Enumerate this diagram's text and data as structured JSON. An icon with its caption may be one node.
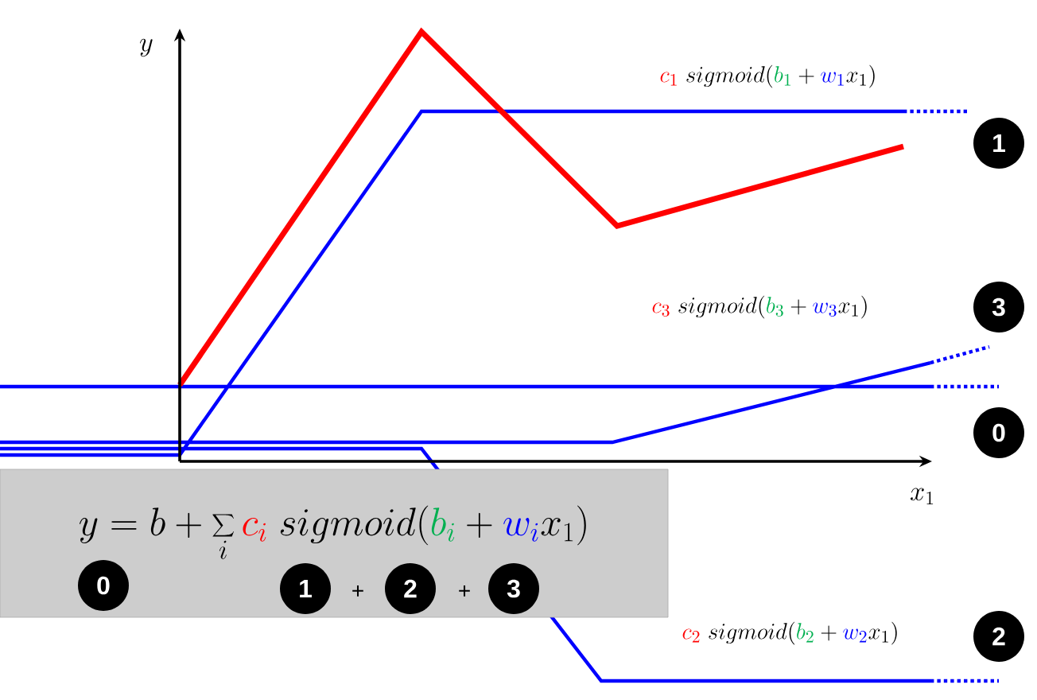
{
  "diagram": {
    "nodes": [
      {
        "text": [
          "y = b + \\sum_i \\textcolor[HTML]{FF0000}{c_i}\\ sigmoid(\\textcolor[HTML]{00B050}{b_i} + \\textcolor[HTML]{0000FF}{w_i} x_1)",
          "+",
          "+"
        ]
      },
      {
        "text": [
          "0"
        ],
        "in": 0
      },
      {
        "text": [
          "1"
        ],
        "in": 0
      },
      {
        "text": [
          "2"
        ],
        "in": 0
      },
      {
        "text": [
          "3"
        ],
        "in": 0
      },
      {
        "text": [
          "1"
        ]
      },
      {
        "text": [
          "3"
        ]
      },
      {
        "text": [
          "0"
        ]
      },
      {
        "text": [
          "2"
        ]
      }
    ],
    "labels": [
      "y",
      "\\textcolor[HTML]{FF0000}{c_1}\\ sigmoid(\\textcolor[HTML]{00B050}{b_1} + \\textcolor[HTML]{0000FF}{w_1} x_1)",
      "\\textcolor[HTML]{FF0000}{c_3}\\ sigmoid(\\textcolor[HTML]{00B050}{b_3} + \\textcolor[HTML]{0000FF}{w_3} x_1)",
      "x_1",
      "\\textcolor[HTML]{FF0000}{c_2}\\ sigmoid(\\textcolor[HTML]{00B050}{b_2} + \\textcolor[HTML]{0000FF}{w_2} x_1)"
    ]
  }
}
